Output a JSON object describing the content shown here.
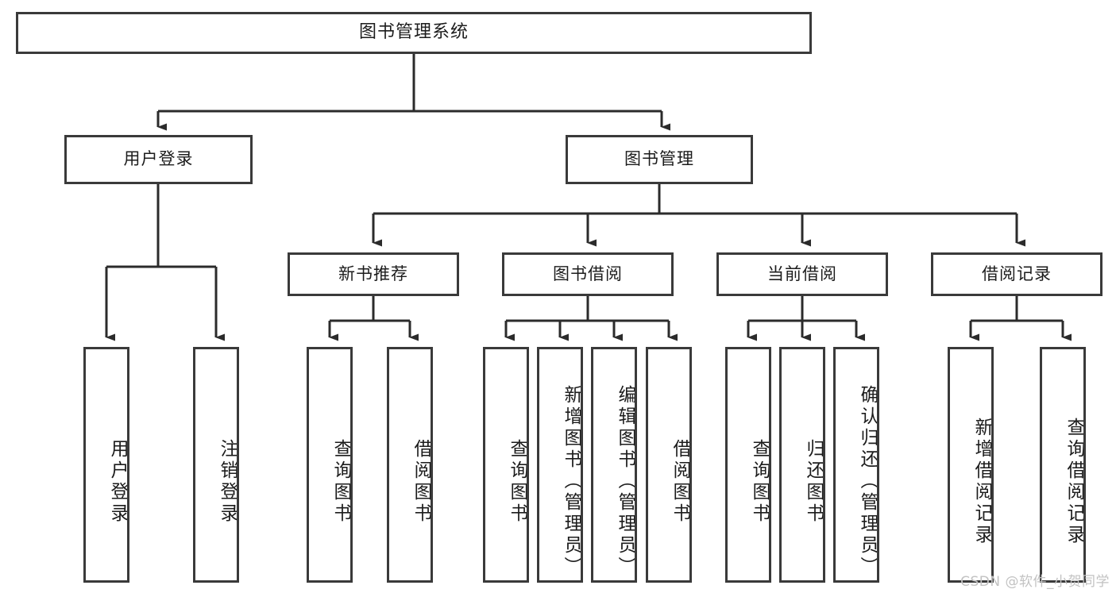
{
  "diagram": {
    "title": "图书管理系统",
    "type": "tree-hierarchy-diagram",
    "watermark": "CSDN @软件_小贺同学",
    "colors": {
      "background": "#ffffff",
      "box_border": "#3a3a3a",
      "connector": "#2b2b2b",
      "text": "#1c1c1c",
      "watermark": "#c2c2c2"
    },
    "root": {
      "label": "图书管理系统"
    },
    "level2": [
      {
        "label": "用户登录"
      },
      {
        "label": "图书管理"
      }
    ],
    "level3": [
      {
        "label": "新书推荐"
      },
      {
        "label": "图书借阅"
      },
      {
        "label": "当前借阅"
      },
      {
        "label": "借阅记录"
      }
    ],
    "leaves": {
      "user_login": [
        {
          "label": "用户登录"
        },
        {
          "label": "注销登录"
        }
      ],
      "new_book": [
        {
          "label": "查询图书"
        },
        {
          "label": "借阅图书"
        }
      ],
      "book_borrow": [
        {
          "label": "查询图书"
        },
        {
          "label": "新增图书（管理员）"
        },
        {
          "label": "编辑图书（管理员）"
        },
        {
          "label": "借阅图书"
        }
      ],
      "current_borrow": [
        {
          "label": "查询图书"
        },
        {
          "label": "归还图书"
        },
        {
          "label": "确认归还（管理员）"
        }
      ],
      "borrow_record": [
        {
          "label": "新增借阅记录"
        },
        {
          "label": "查询借阅记录"
        }
      ]
    }
  }
}
